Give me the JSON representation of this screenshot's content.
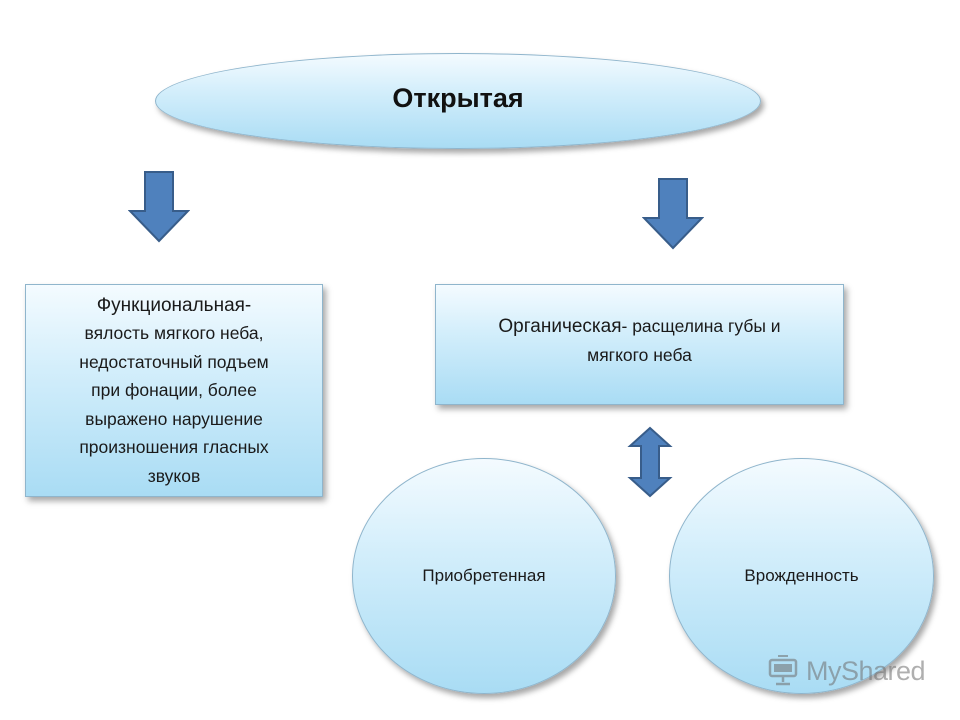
{
  "diagram": {
    "top": {
      "label": "Открытая"
    },
    "functional": {
      "heading": "Функциональная-",
      "lines": [
        "вялость мягкого  неба,",
        "недостаточный подъем",
        "при фонации, более",
        "выражено нарушение",
        "произношения гласных",
        "звуков"
      ]
    },
    "organic": {
      "heading": "Органическая",
      "rest_line1": "- расщелина губы и",
      "line2": "мягкого неба"
    },
    "acquired": {
      "label": "Приобретенная"
    },
    "congenital": {
      "label": "Врожденность"
    }
  },
  "colors": {
    "arrow_fill": "#4f81bd",
    "arrow_stroke": "#385d8a",
    "shape_light": "#f4fbff",
    "shape_dark": "#a9dcf4"
  },
  "watermark": {
    "text": "MyShared",
    "icon": "projector-icon"
  }
}
